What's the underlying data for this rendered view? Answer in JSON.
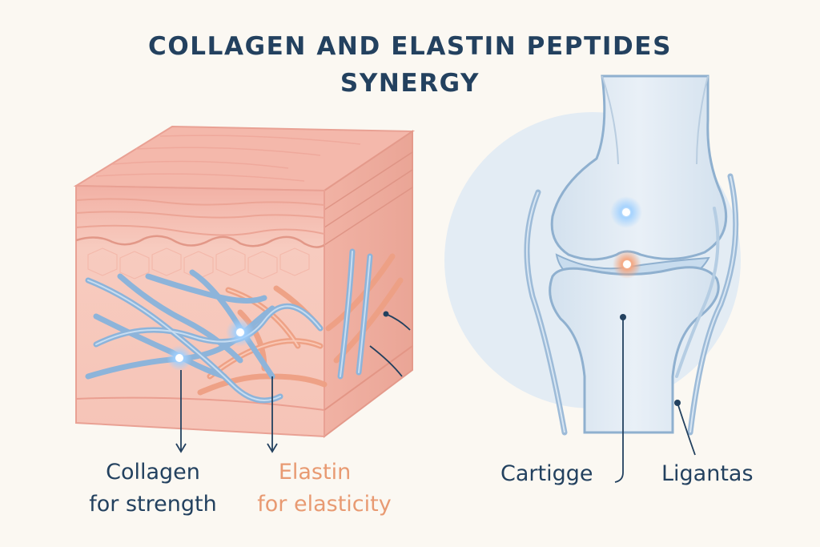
{
  "title": {
    "line1": "COLLAGEN AND ELASTIN PEPTIDES",
    "line2": "SYNERGY"
  },
  "skin_block": {
    "collagen_label": "Collagen",
    "collagen_sub": "for strength",
    "elastin_label": "Elastin",
    "elastin_sub": "for elasticity"
  },
  "knee_joint": {
    "cartilage_label": "Cartigge",
    "ligament_label": "Ligantas"
  },
  "colors": {
    "title_text": "#23415f",
    "collagen_fiber": "#8ab2d8",
    "elastin_fiber": "#ee9a7b",
    "skin_top": "#f3b7ac",
    "skin_front": "#f6c7bb",
    "bone": "#dfe9f3",
    "background": "#fbf8f2"
  }
}
